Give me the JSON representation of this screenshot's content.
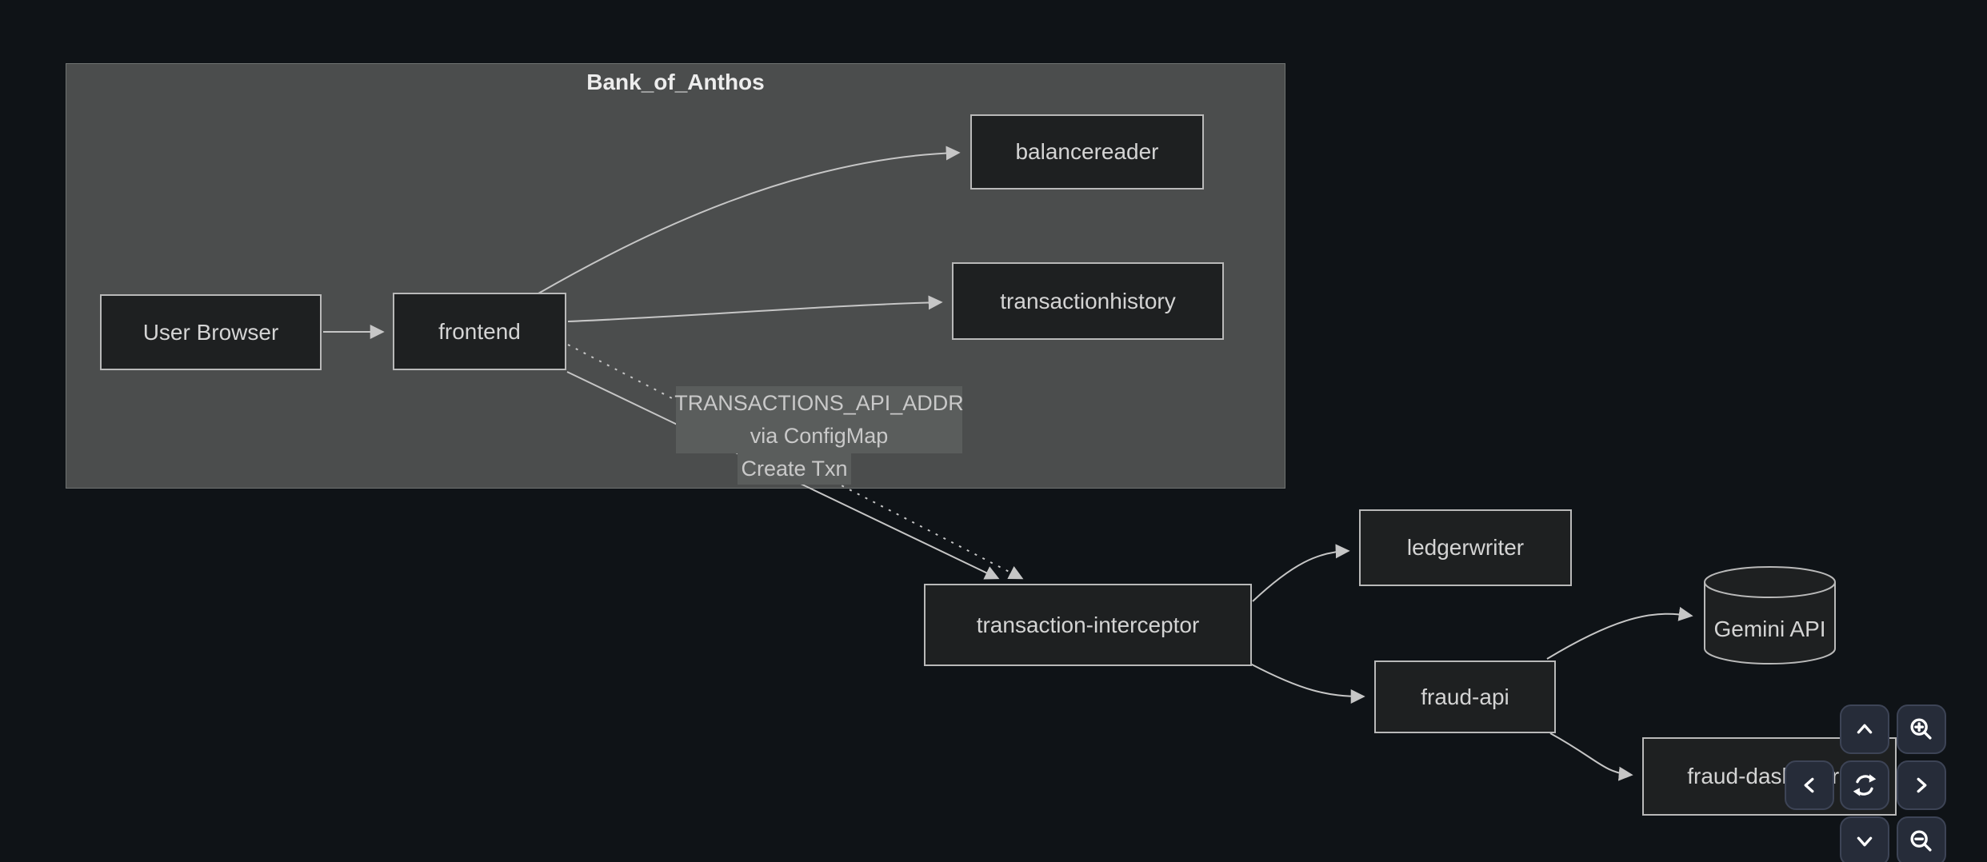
{
  "diagram": {
    "title": "Bank_of_Anthos",
    "nodes": {
      "user_browser": {
        "label": "User Browser",
        "shape": "rect"
      },
      "frontend": {
        "label": "frontend",
        "shape": "rect"
      },
      "balancereader": {
        "label": "balancereader",
        "shape": "rect"
      },
      "transactionhistory": {
        "label": "transactionhistory",
        "shape": "rect"
      },
      "transaction_interceptor": {
        "label": "transaction-interceptor",
        "shape": "rect"
      },
      "ledgerwriter": {
        "label": "ledgerwriter",
        "shape": "rect"
      },
      "fraud_api": {
        "label": "fraud-api",
        "shape": "rect"
      },
      "fraud_dashboard": {
        "label": "fraud-dashboard",
        "shape": "rect"
      },
      "gemini_api": {
        "label": "Gemini API",
        "shape": "cylinder"
      }
    },
    "edge_labels": {
      "transactions_line1": "TRANSACTIONS_API_ADDR",
      "transactions_line2": "via ConfigMap",
      "create_txn": "Create Txn"
    },
    "edges": [
      {
        "from": "User Browser",
        "to": "frontend",
        "style": "solid"
      },
      {
        "from": "frontend",
        "to": "balancereader",
        "style": "solid"
      },
      {
        "from": "frontend",
        "to": "transactionhistory",
        "style": "solid"
      },
      {
        "from": "frontend",
        "to": "transaction-interceptor",
        "style": "dotted",
        "label": "TRANSACTIONS_API_ADDR via ConfigMap"
      },
      {
        "from": "frontend",
        "to": "transaction-interceptor",
        "style": "solid",
        "label": "Create Txn"
      },
      {
        "from": "transaction-interceptor",
        "to": "ledgerwriter",
        "style": "solid"
      },
      {
        "from": "transaction-interceptor",
        "to": "fraud-api",
        "style": "solid"
      },
      {
        "from": "fraud-api",
        "to": "Gemini API",
        "style": "solid"
      },
      {
        "from": "fraud-api",
        "to": "fraud-dashboard",
        "style": "solid"
      }
    ]
  },
  "controls": {
    "buttons": [
      {
        "name": "pan-up",
        "icon": "chevron-up-icon"
      },
      {
        "name": "zoom-in",
        "icon": "zoom-in-icon"
      },
      {
        "name": "pan-left",
        "icon": "chevron-left-icon"
      },
      {
        "name": "reset-view",
        "icon": "refresh-icon"
      },
      {
        "name": "pan-right",
        "icon": "chevron-right-icon"
      },
      {
        "name": "pan-down",
        "icon": "chevron-down-icon"
      },
      {
        "name": "zoom-out",
        "icon": "zoom-out-icon"
      }
    ]
  },
  "colors": {
    "page_bg": "#0f1317",
    "cluster_bg": "#4b4d4d",
    "cluster_border": "#6f7372",
    "node_bg": "#1e2021",
    "node_border": "#b9b9b9",
    "node_text": "#d4d4d4",
    "title_text": "#ededed",
    "edge_color": "#c6c6c6",
    "label_bg": "#5a5d5c",
    "label_text": "#c9c9c9",
    "button_bg": "#262c39",
    "button_border": "#3d4456",
    "icon_color": "#ffffff"
  }
}
